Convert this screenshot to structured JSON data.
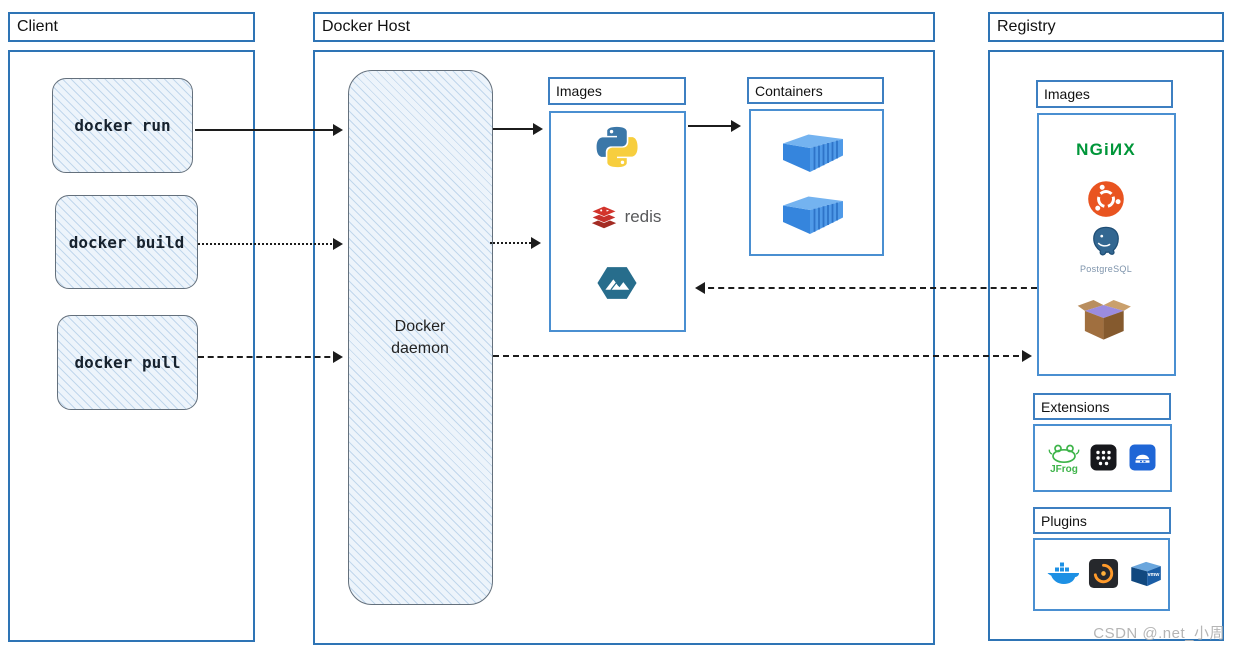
{
  "client": {
    "title": "Client",
    "commands": [
      "docker run",
      "docker build",
      "docker pull"
    ]
  },
  "docker_host": {
    "title": "Docker Host",
    "daemon_label": "Docker daemon",
    "images_panel": {
      "title": "Images",
      "icons": [
        "python-icon",
        "redis-icon",
        "alpine-icon"
      ]
    },
    "containers_panel": {
      "title": "Containers",
      "icons": [
        "container-icon",
        "container-icon"
      ]
    }
  },
  "registry": {
    "title": "Registry",
    "images_panel": {
      "title": "Images",
      "icons": [
        "nginx-logo",
        "ubuntu-icon",
        "postgresql-icon",
        "busybox-icon"
      ]
    },
    "extensions_panel": {
      "title": "Extensions",
      "icons": [
        "jfrog-icon",
        "app-grid-icon",
        "storage-app-icon"
      ]
    },
    "plugins_panel": {
      "title": "Plugins",
      "icons": [
        "docker-whale-icon",
        "grafana-icon",
        "vmware-icon"
      ]
    }
  },
  "logo_text": {
    "redis": "redis",
    "nginx": "NGiИX",
    "postgresql": "PostgreSQL",
    "jfrog": "JFrog",
    "vmware": "vmw"
  },
  "arrows": [
    {
      "from": "docker-run",
      "to": "docker-daemon",
      "style": "solid"
    },
    {
      "from": "docker-build",
      "to": "docker-daemon",
      "style": "dotted"
    },
    {
      "from": "docker-pull",
      "to": "docker-daemon",
      "style": "dashed"
    },
    {
      "from": "docker-daemon",
      "to": "host-images",
      "style": "solid"
    },
    {
      "from": "docker-daemon",
      "to": "host-images",
      "style": "dotted"
    },
    {
      "from": "host-images",
      "to": "containers",
      "style": "solid"
    },
    {
      "from": "registry-images",
      "to": "host-images",
      "style": "dashed"
    },
    {
      "from": "docker-daemon",
      "to": "registry-images",
      "style": "dashed"
    }
  ],
  "watermark": "CSDN @.net_小周",
  "colors": {
    "frame_blue": "#2e74b5",
    "panel_blue": "#4a8fd1",
    "sketch_fill": "#edf4fb",
    "arrow_black": "#1c1c1c",
    "nginx_green": "#009639",
    "ubuntu_orange": "#e95420",
    "redis_red": "#c6302b",
    "python_blue": "#3b77a8",
    "python_yellow": "#f7ce3e",
    "docker_blue": "#1d90e4",
    "jfrog_green": "#3eb44a",
    "grafana_orange": "#ff9a2a",
    "postgres_blue": "#336791",
    "watermark_gray": "#b5b5b5"
  }
}
